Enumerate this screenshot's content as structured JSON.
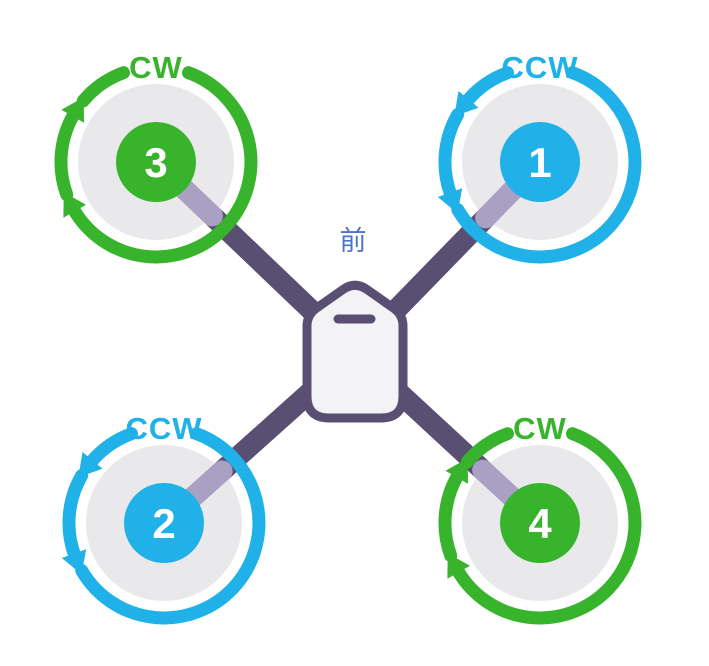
{
  "diagram": {
    "front_label": "前",
    "motors": [
      {
        "number": "1",
        "direction": "CCW",
        "position": "top-right",
        "hub_color": "#1fb1e8"
      },
      {
        "number": "2",
        "direction": "CCW",
        "position": "bottom-left",
        "hub_color": "#1fb1e8"
      },
      {
        "number": "3",
        "direction": "CW",
        "position": "top-left",
        "hub_color": "#38b42c"
      },
      {
        "number": "4",
        "direction": "CW",
        "position": "bottom-right",
        "hub_color": "#38b42c"
      }
    ],
    "colors": {
      "cw": "#38b42c",
      "ccw": "#1fb1e8",
      "arm_dark": "#594f73",
      "arm_light": "#a9a0c4",
      "disc": "#e9e8ea",
      "body_fill": "#f3f2f4",
      "front_label_color": "#4d74c9",
      "number_text": "#ffffff"
    }
  }
}
